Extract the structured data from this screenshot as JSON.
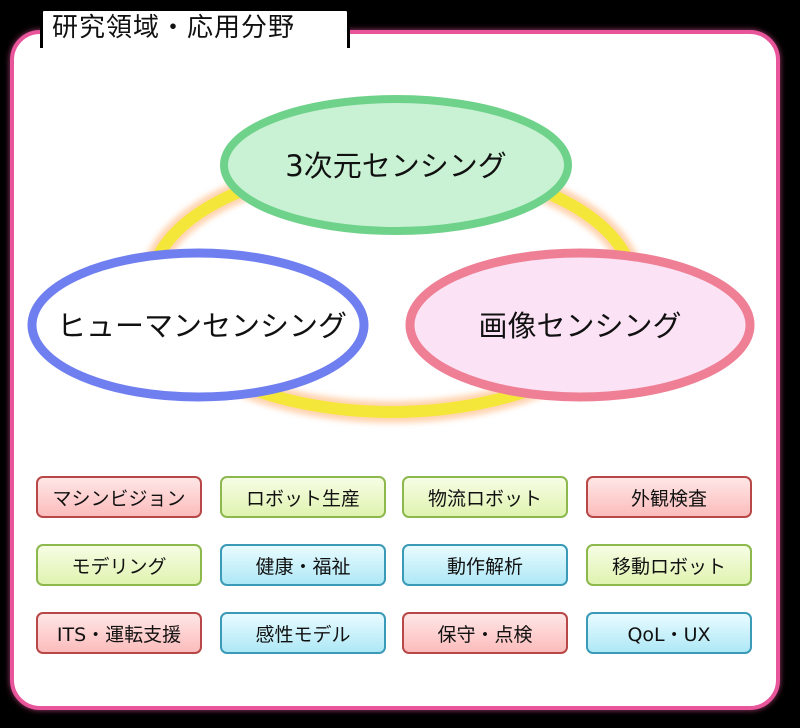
{
  "title": "研究領域・応用分野",
  "colors": {
    "panel_border": "#e8559a",
    "ring": "#f5e63a",
    "ellipse_green_fill": "#c9f2d4",
    "ellipse_green_stroke": "#6fd28a",
    "ellipse_blue_fill": "#ffffff",
    "ellipse_blue_stroke": "#6f7ff0",
    "ellipse_pink_fill": "#fbe3f5",
    "ellipse_pink_stroke": "#ef7f95"
  },
  "ellipses": {
    "top": "3次元センシング",
    "left": "ヒューマンセンシング",
    "right": "画像センシング"
  },
  "tags": [
    {
      "label": "マシンビジョン",
      "color": "red"
    },
    {
      "label": "ロボット生産",
      "color": "green"
    },
    {
      "label": "物流ロボット",
      "color": "green"
    },
    {
      "label": "外観検査",
      "color": "red"
    },
    {
      "label": "モデリング",
      "color": "green"
    },
    {
      "label": "健康・福祉",
      "color": "blue"
    },
    {
      "label": "動作解析",
      "color": "blue"
    },
    {
      "label": "移動ロボット",
      "color": "green"
    },
    {
      "label": "ITS・運転支援",
      "color": "red"
    },
    {
      "label": "感性モデル",
      "color": "blue"
    },
    {
      "label": "保守・点検",
      "color": "red"
    },
    {
      "label": "QoL・UX",
      "color": "blue"
    }
  ]
}
